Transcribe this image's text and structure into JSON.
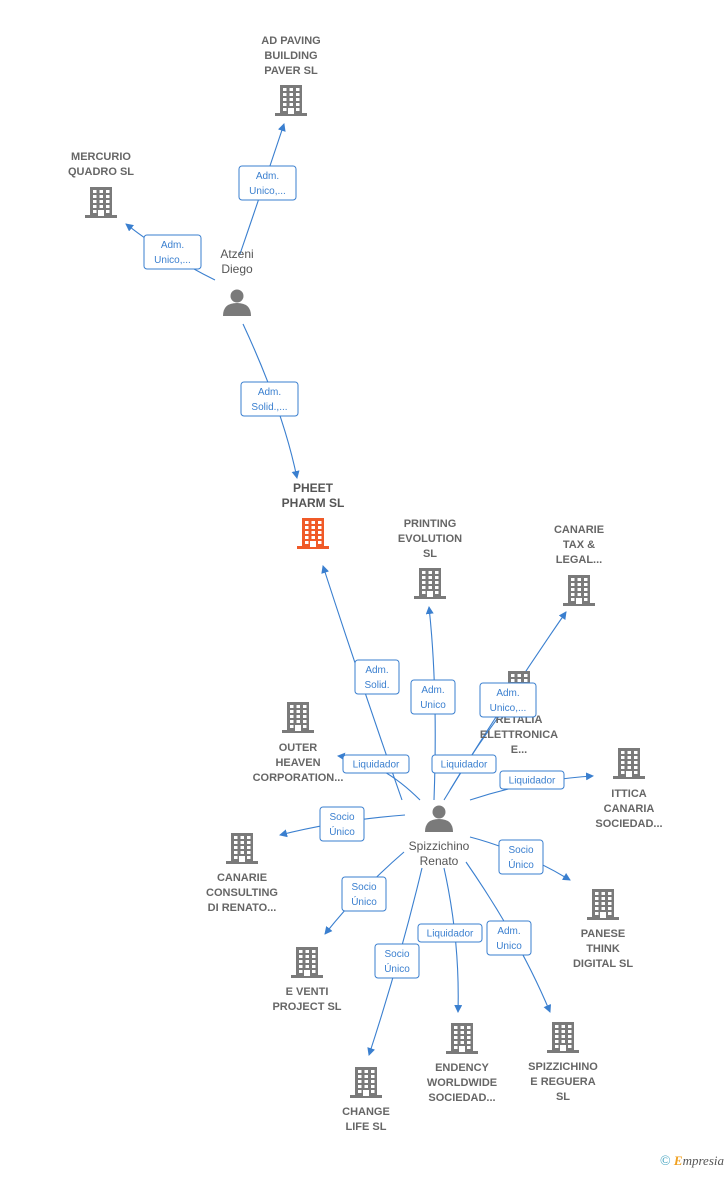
{
  "brand": {
    "symbol": "©",
    "initial": "E",
    "rest": "mpresia"
  },
  "colors": {
    "company": "#7a7a7a",
    "focus": "#f05a28",
    "person": "#7a7a7a",
    "edge": "#3a7fcf"
  },
  "nodes": [
    {
      "id": "adpaving",
      "type": "company",
      "lines": [
        "AD PAVING",
        "BUILDING",
        "PAVER  SL"
      ]
    },
    {
      "id": "mercurio",
      "type": "company",
      "lines": [
        "MERCURIO",
        "QUADRO  SL"
      ]
    },
    {
      "id": "atzeni",
      "type": "person",
      "lines": [
        "Atzeni",
        "Diego"
      ]
    },
    {
      "id": "pheet",
      "type": "focus",
      "lines": [
        "PHEET",
        "PHARM  SL"
      ]
    },
    {
      "id": "printing",
      "type": "company",
      "lines": [
        "PRINTING",
        "EVOLUTION",
        "SL"
      ]
    },
    {
      "id": "canarietax",
      "type": "company",
      "lines": [
        "CANARIE",
        "TAX &",
        "LEGAL..."
      ]
    },
    {
      "id": "retalia",
      "type": "company",
      "lines": [
        "RETALIA",
        "ELETTRONICA",
        "E..."
      ]
    },
    {
      "id": "outer",
      "type": "company",
      "lines": [
        "OUTER",
        "HEAVEN",
        "CORPORATION..."
      ]
    },
    {
      "id": "ittica",
      "type": "company",
      "lines": [
        "ITTICA",
        "CANARIA",
        "SOCIEDAD..."
      ]
    },
    {
      "id": "spizzichino",
      "type": "person",
      "lines": [
        "Spizzichino",
        "Renato"
      ]
    },
    {
      "id": "canarieconsult",
      "type": "company",
      "lines": [
        "CANARIE",
        "CONSULTING",
        "DI RENATO..."
      ]
    },
    {
      "id": "panese",
      "type": "company",
      "lines": [
        "PANESE",
        "THINK",
        "DIGITAL  SL"
      ]
    },
    {
      "id": "eventi",
      "type": "company",
      "lines": [
        "E VENTI",
        "PROJECT  SL"
      ]
    },
    {
      "id": "endency",
      "type": "company",
      "lines": [
        "ENDENCY",
        "WORLDWIDE",
        "SOCIEDAD..."
      ]
    },
    {
      "id": "spizreguera",
      "type": "company",
      "lines": [
        "SPIZZICHINO",
        "E REGUERA",
        "SL"
      ]
    },
    {
      "id": "changelife",
      "type": "company",
      "lines": [
        "CHANGE",
        "LIFE  SL"
      ]
    }
  ],
  "edges": [
    {
      "from": "atzeni",
      "to": "adpaving",
      "lines": [
        "Adm.",
        "Unico,..."
      ]
    },
    {
      "from": "atzeni",
      "to": "mercurio",
      "lines": [
        "Adm.",
        "Unico,..."
      ]
    },
    {
      "from": "atzeni",
      "to": "pheet",
      "lines": [
        "Adm.",
        "Solid.,..."
      ]
    },
    {
      "from": "spizzichino",
      "to": "pheet",
      "lines": [
        "Adm.",
        "Solid."
      ]
    },
    {
      "from": "spizzichino",
      "to": "printing",
      "lines": [
        "Adm.",
        "Unico"
      ]
    },
    {
      "from": "spizzichino",
      "to": "canarietax",
      "lines": [
        "Adm.",
        "Unico,..."
      ]
    },
    {
      "from": "spizzichino",
      "to": "retalia",
      "lines": [
        "Liquidador"
      ]
    },
    {
      "from": "spizzichino",
      "to": "outer",
      "lines": [
        "Liquidador"
      ]
    },
    {
      "from": "spizzichino",
      "to": "ittica",
      "lines": [
        "Liquidador"
      ]
    },
    {
      "from": "spizzichino",
      "to": "canarieconsult",
      "lines": [
        "Socio",
        "Único"
      ]
    },
    {
      "from": "spizzichino",
      "to": "panese",
      "lines": [
        "Socio",
        "Único"
      ]
    },
    {
      "from": "spizzichino",
      "to": "eventi",
      "lines": [
        "Socio",
        "Único"
      ]
    },
    {
      "from": "spizzichino",
      "to": "changelife",
      "lines": [
        "Socio",
        "Único"
      ]
    },
    {
      "from": "spizzichino",
      "to": "endency",
      "lines": [
        "Liquidador"
      ]
    },
    {
      "from": "spizzichino",
      "to": "spizreguera",
      "lines": [
        "Adm.",
        "Unico"
      ]
    }
  ]
}
